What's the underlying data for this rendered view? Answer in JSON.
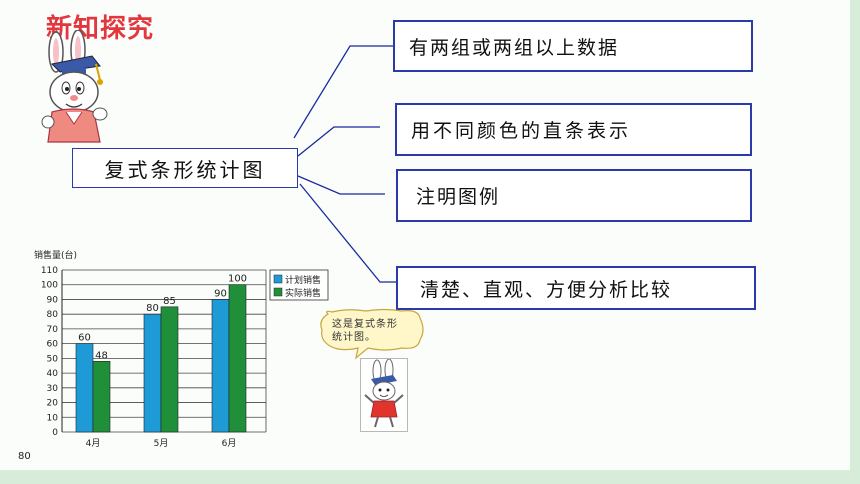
{
  "page": {
    "section_title": "新知探究",
    "page_number": "80"
  },
  "mindmap": {
    "center": "复式条形统计图",
    "branches": [
      "有两组或两组以上数据",
      "用不同颜色的直条表示",
      "注明图例",
      "清楚、直观、方便分析比较"
    ]
  },
  "speech_bubble": {
    "line1": "这是复式条形",
    "line2": "统计图。"
  },
  "colors": {
    "title": "#e2383d",
    "box_border": "#2a3aa8",
    "planned": "#1e9ad6",
    "actual": "#1f8f3a"
  },
  "chart_data": {
    "type": "bar",
    "ylabel": "销售量(台)",
    "categories": [
      "4月",
      "5月",
      "6月"
    ],
    "ylim": [
      0,
      110
    ],
    "yticks": [
      0,
      10,
      20,
      30,
      40,
      50,
      60,
      70,
      80,
      90,
      100,
      110
    ],
    "grid": true,
    "legend_position": "top-right",
    "series": [
      {
        "name": "计划销售",
        "values": [
          60,
          80,
          90
        ],
        "color": "#1e9ad6"
      },
      {
        "name": "实际销售",
        "values": [
          48,
          85,
          100
        ],
        "color": "#1f8f3a"
      }
    ]
  }
}
